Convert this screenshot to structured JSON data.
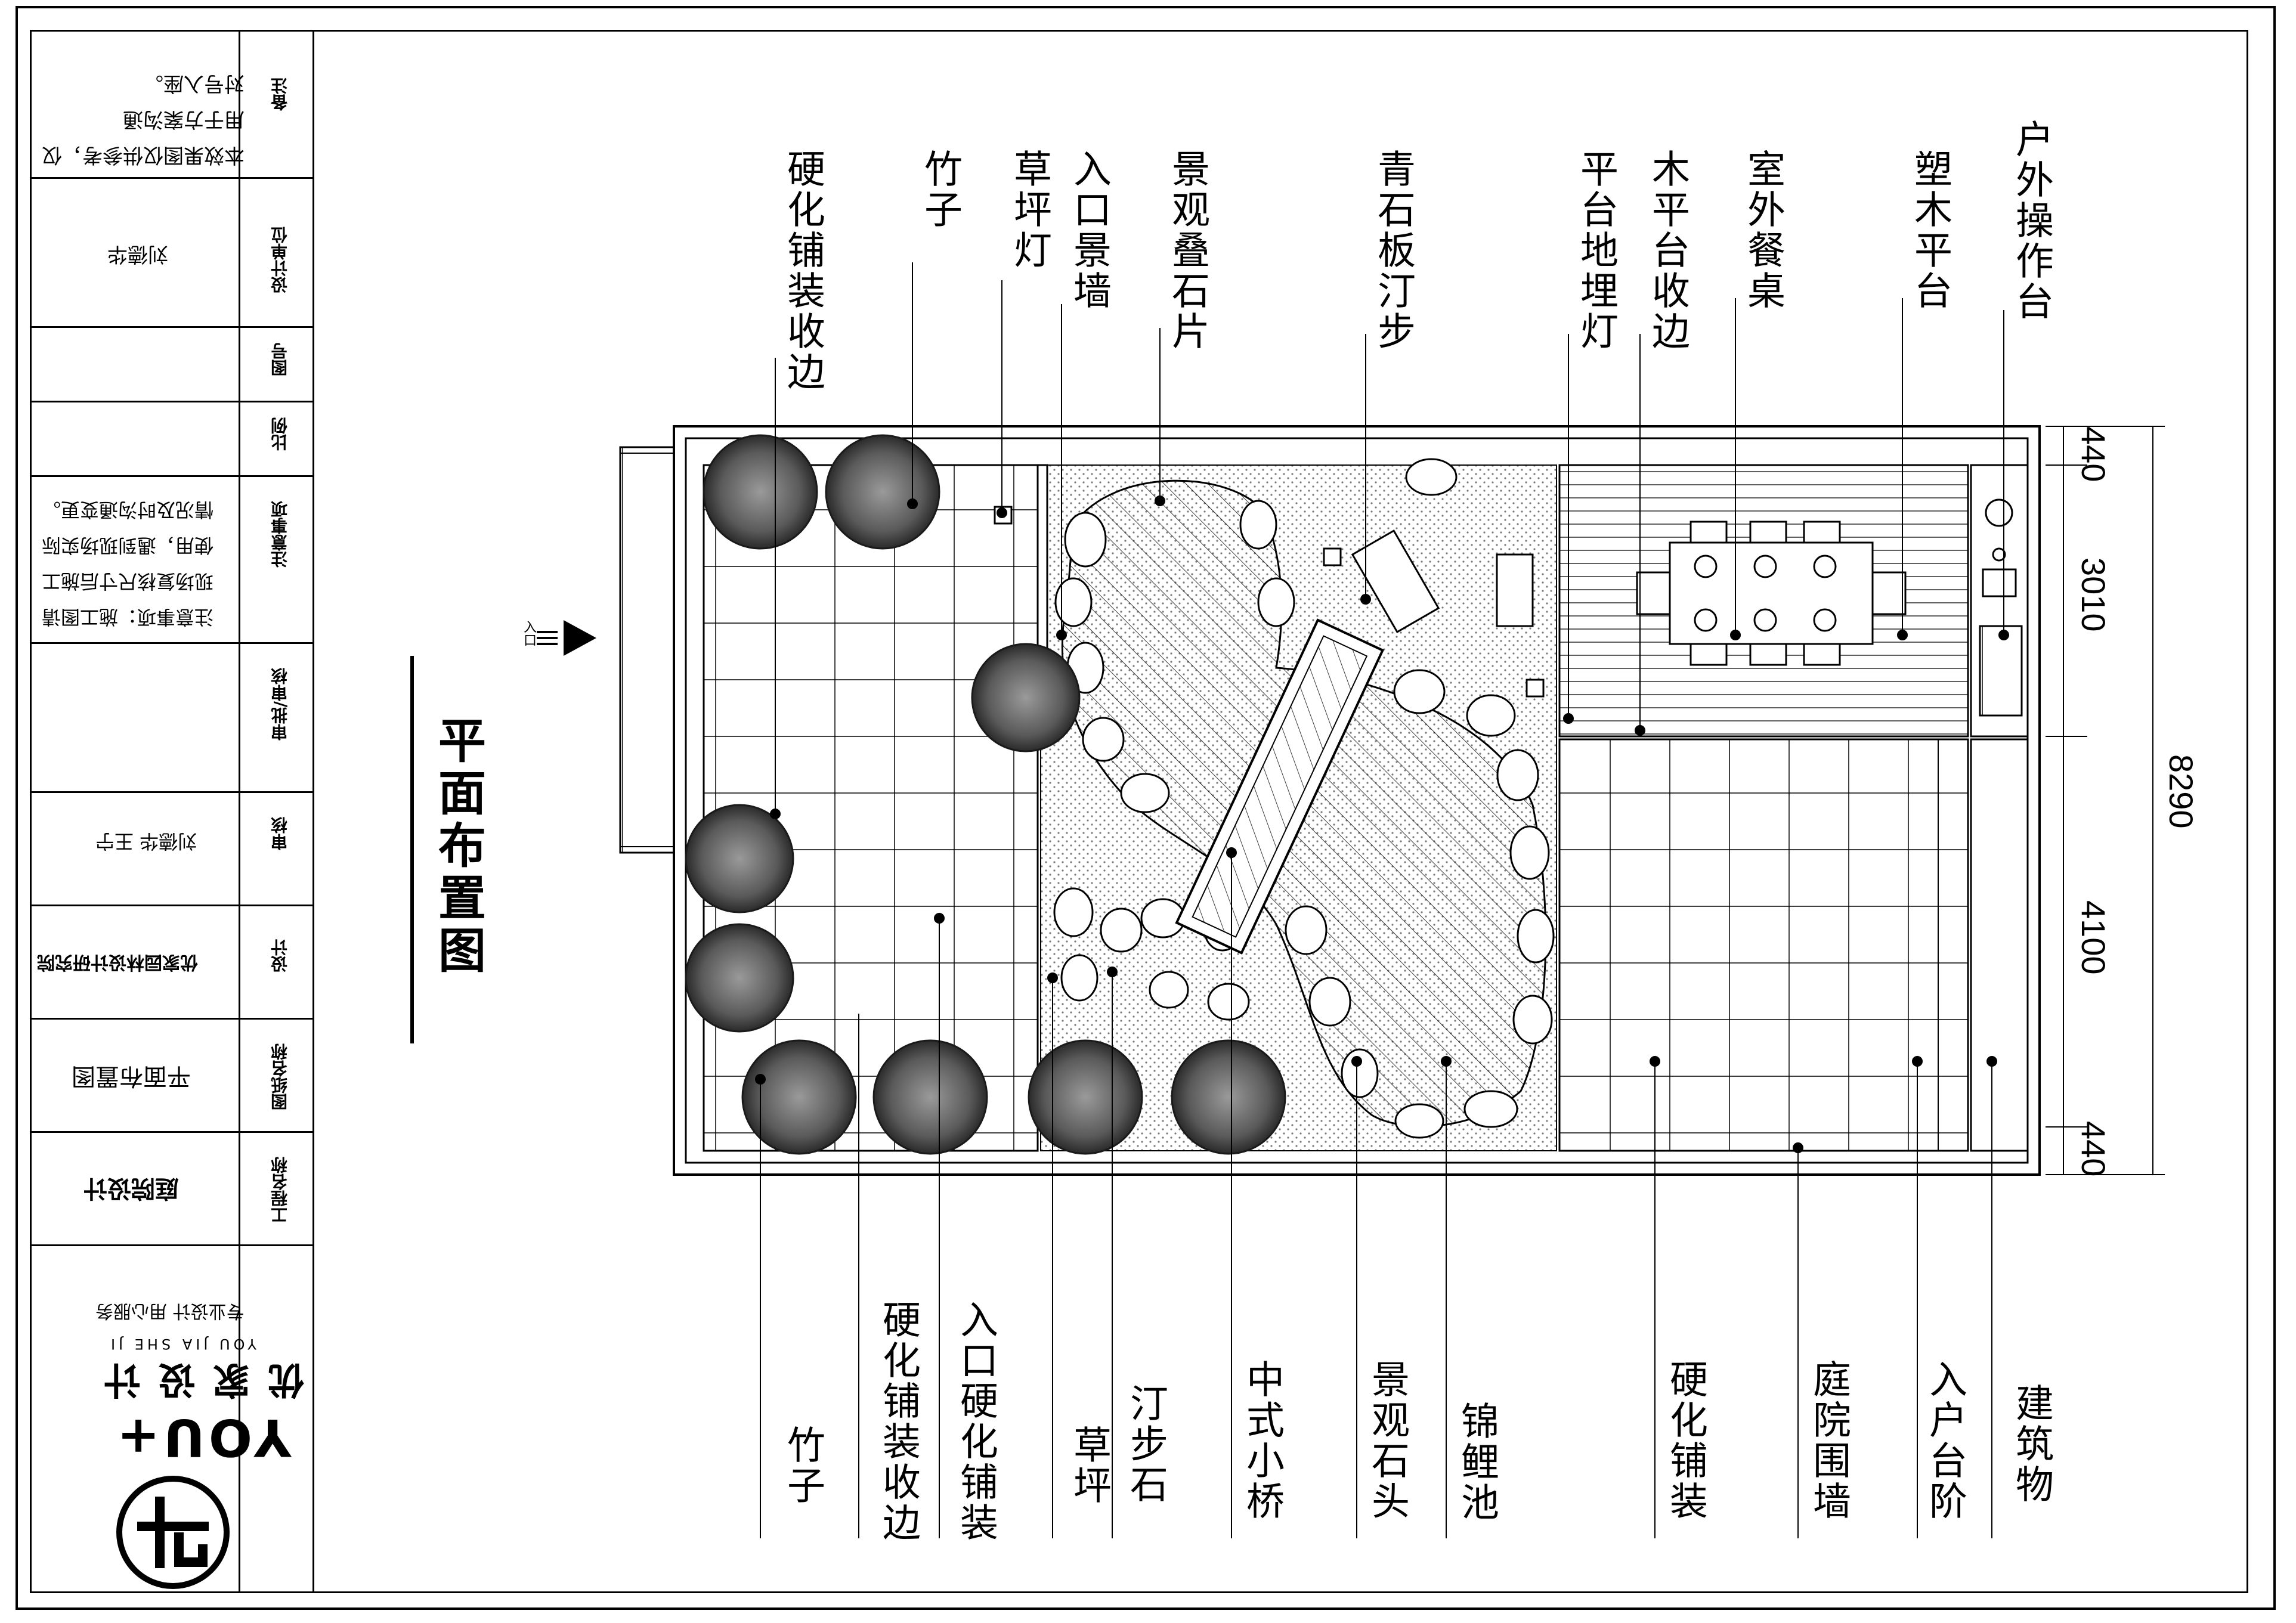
{
  "title_block": {
    "notice_key": "备注",
    "notice_lines": [
      "本效果图仅供参考，仅",
      "用于方案沟通",
      "对号入座。"
    ],
    "design_company_key": "设计单位",
    "designer_name": "刘德华",
    "drawing_no_key": "图号",
    "scale_key": "比例",
    "notes_key": "注意事项",
    "notes_lines": [
      "注意事项：施工图请",
      "现场复核尺寸后施工",
      "使用，遇到现场实际",
      "情况及时沟通变更。"
    ],
    "approve_key": "审批/审核",
    "review_key": "审核",
    "reviewer_names": "刘德华  王宁",
    "design_key": "设计",
    "design_institute": "优家园林设计研究院",
    "drawing_name_key": "图纸名称",
    "drawing_name": "平面布置图",
    "project_key": "工程名称",
    "project_name": "庭院设计",
    "slogan": "专业设计 用心服务",
    "logo_text": "YOU+",
    "brand_cn": "优 家 设 计",
    "brand_pinyin": "YOU  JIA  SHE  JI"
  },
  "plan": {
    "title": "平面布置图",
    "entry_label": "入口",
    "dims": {
      "total": "8290",
      "top": "440",
      "upper": "3010",
      "lower": "4100",
      "bottom": "440"
    }
  },
  "labels_top": [
    "硬化铺装收边",
    "竹子",
    "草坪灯",
    "入口景墙",
    "景观叠石片",
    "青石板汀步",
    "平台地埋灯",
    "木平台收边",
    "室外餐桌",
    "塑木平台",
    "户外操作台"
  ],
  "labels_bottom": [
    "竹子",
    "硬化铺装收边",
    "入口硬化铺装",
    "草坪",
    "汀步石",
    "中式小桥",
    "景观石头",
    "锦鲤池",
    "硬化铺装",
    "庭院围墙",
    "入户台阶",
    "建筑物"
  ],
  "colors": {
    "line": "#000000",
    "tree_fill": "#6e6e6e",
    "grass_dot": "#7a7a7a",
    "watermark": "#d9d9d9"
  }
}
